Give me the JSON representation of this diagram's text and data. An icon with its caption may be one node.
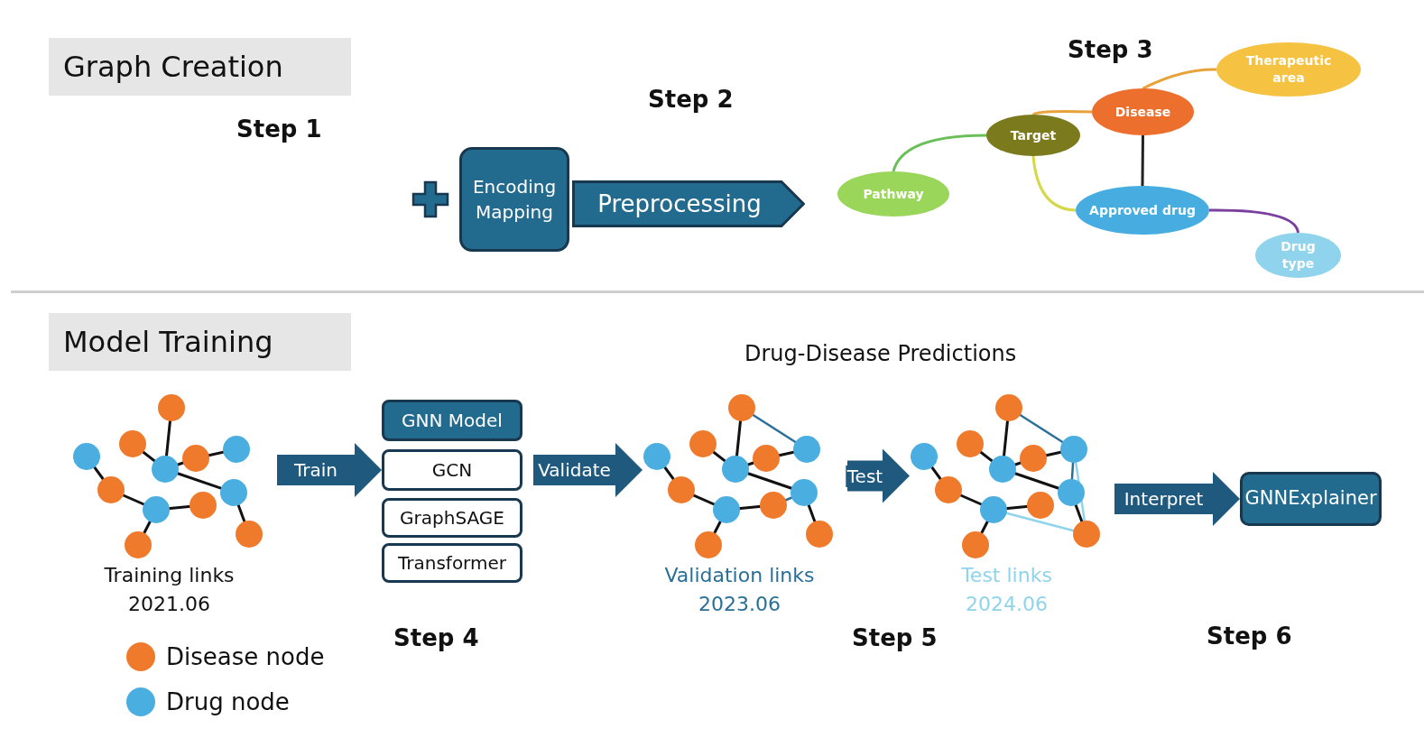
{
  "diagram": {
    "nodes": [
      {
        "text": [
          "Graph Creation"
        ]
      },
      {
        "text": [
          "Encoding Mapping"
        ]
      },
      {
        "text": [
          "Preprocessing"
        ]
      },
      {
        "text": [
          "Therapeutic area"
        ]
      },
      {
        "text": [
          "Disease"
        ]
      },
      {
        "text": [
          "Target"
        ]
      },
      {
        "text": [
          "Pathway"
        ]
      },
      {
        "text": [
          "Approved drug"
        ]
      },
      {
        "text": [
          "Drug type"
        ]
      },
      {
        "text": [
          "Model Training"
        ]
      },
      {
        "text": [],
        "shape": "picture",
        "beside": [
          "Training links",
          "2021.06"
        ]
      },
      {
        "text": [
          "GNN Model"
        ]
      },
      {
        "text": [
          "GCN"
        ]
      },
      {
        "text": [
          "GraphSAGE"
        ]
      },
      {
        "text": [
          "Transformer"
        ]
      },
      {
        "text": [],
        "shape": "picture",
        "beside": [
          "Validation links",
          "2023.06"
        ]
      },
      {
        "text": [],
        "shape": "picture",
        "beside": [
          "Test links",
          "2024.06"
        ]
      },
      {
        "text": [
          "GNNExplainer"
        ]
      }
    ],
    "edges": [
      {
        "from": 6,
        "to": 5,
        "arrow": "none",
        "color": "#6bbf59"
      },
      {
        "from": 5,
        "to": 4,
        "arrow": "none",
        "color": "#e8a23a"
      },
      {
        "from": 4,
        "to": 3,
        "arrow": "none",
        "color": "#e8a23a"
      },
      {
        "from": 4,
        "to": 7,
        "arrow": "none",
        "color": "#222222"
      },
      {
        "from": 5,
        "to": 7,
        "arrow": "none",
        "color": "#d6d84a"
      },
      {
        "from": 7,
        "to": 8,
        "arrow": "none",
        "color": "#7b3fa0"
      },
      {
        "from": 10,
        "to": 12,
        "arrow": "to",
        "label": "Train",
        "style": "thick"
      },
      {
        "from": 12,
        "to": 15,
        "arrow": "to",
        "label": "Validate",
        "style": "thick"
      },
      {
        "from": 15,
        "to": 16,
        "arrow": "to",
        "label": "Test",
        "style": "thick"
      },
      {
        "from": 16,
        "to": 17,
        "arrow": "to",
        "label": "Interpret",
        "style": "thick"
      }
    ],
    "labels": [
      "Step 3",
      "Step 2",
      "Step 1",
      "Drug-Disease Predictions",
      "Step 4",
      "Step 5",
      "Step 6"
    ],
    "legend": [
      {
        "text": "Disease node",
        "color": "#f07a2c"
      },
      {
        "text": "Drug node",
        "color": "#4aaee0"
      }
    ]
  }
}
